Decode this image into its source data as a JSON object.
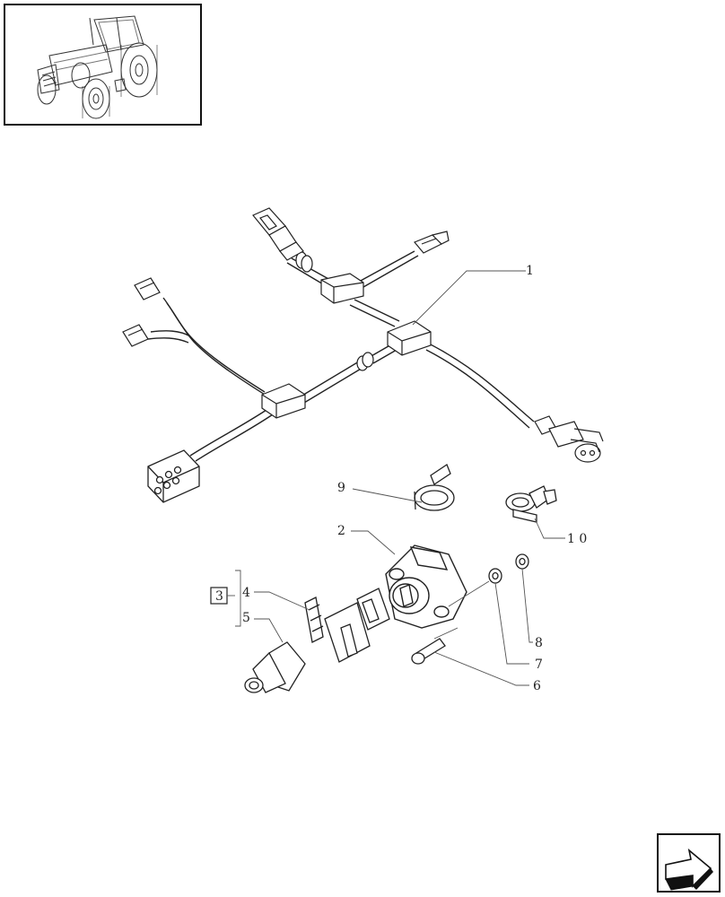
{
  "callouts": {
    "c1": "1",
    "c2": "2",
    "c3": "3",
    "c4": "4",
    "c5": "5",
    "c6": "6",
    "c7": "7",
    "c8": "8",
    "c9": "9",
    "c10": "1 0"
  },
  "icons": {
    "thumbnail": "tractor-thumbnail-icon",
    "nav": "next-page-arrow-icon"
  },
  "colors": {
    "line": "#222222",
    "leader": "#555555"
  }
}
